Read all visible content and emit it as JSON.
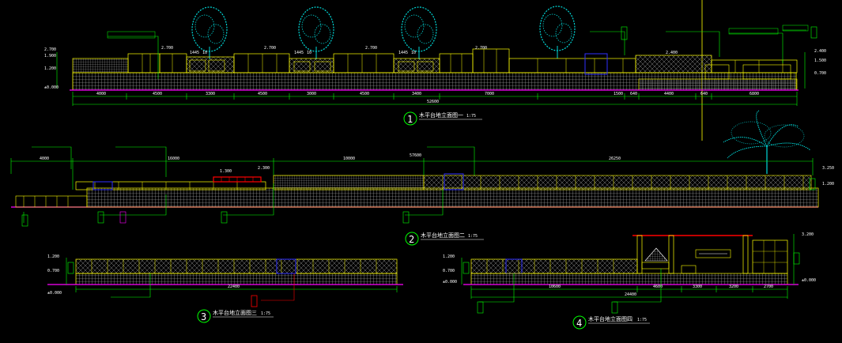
{
  "drawing": {
    "background": "#000000",
    "colors": {
      "wall": "#ffff00",
      "dim": "#00ff00",
      "hatch": "#c0c0c0",
      "tree": "#00ffff",
      "ground": "#ff00ff",
      "accent_blue": "#3030ff",
      "accent_red": "#ff0000",
      "text": "#ffffff"
    },
    "views": [
      {
        "number": "1",
        "title": "木平台地立面图一",
        "scale": "1:75",
        "levels": [
          "2.700",
          "1.900",
          "1.200",
          "±0.000",
          "2.400",
          "1.500",
          "0.700"
        ],
        "dims": [
          "4000",
          "4500",
          "3300",
          "4500",
          "3000",
          "4500",
          "3400",
          "7000",
          "1500",
          "640",
          "4400",
          "640",
          "6800"
        ],
        "total": "52600",
        "top_dims": [
          "2.700",
          "2.700",
          "2.700",
          "2.700",
          "1445",
          "10",
          "1445",
          "10",
          "1445",
          "10",
          "2.400"
        ]
      },
      {
        "number": "2",
        "title": "木平台地立面图二",
        "scale": "1:75",
        "levels": [
          "3.250",
          "1.200"
        ],
        "dims": [
          "4000",
          "16000",
          "10000",
          "57600",
          "26250"
        ],
        "top_dims": [
          "1.300",
          "2.300"
        ]
      },
      {
        "number": "3",
        "title": "木平台地立面图三",
        "scale": "1:75",
        "levels": [
          "1.200",
          "0.700",
          "±0.000"
        ],
        "dims": [
          "22400"
        ]
      },
      {
        "number": "4",
        "title": "木平台地立面图四",
        "scale": "1:75",
        "levels": [
          "1.200",
          "0.700",
          "±0.000",
          "3.200"
        ],
        "dims": [
          "10600",
          "4600",
          "3300",
          "3200",
          "2700"
        ],
        "total": "24400"
      }
    ]
  }
}
